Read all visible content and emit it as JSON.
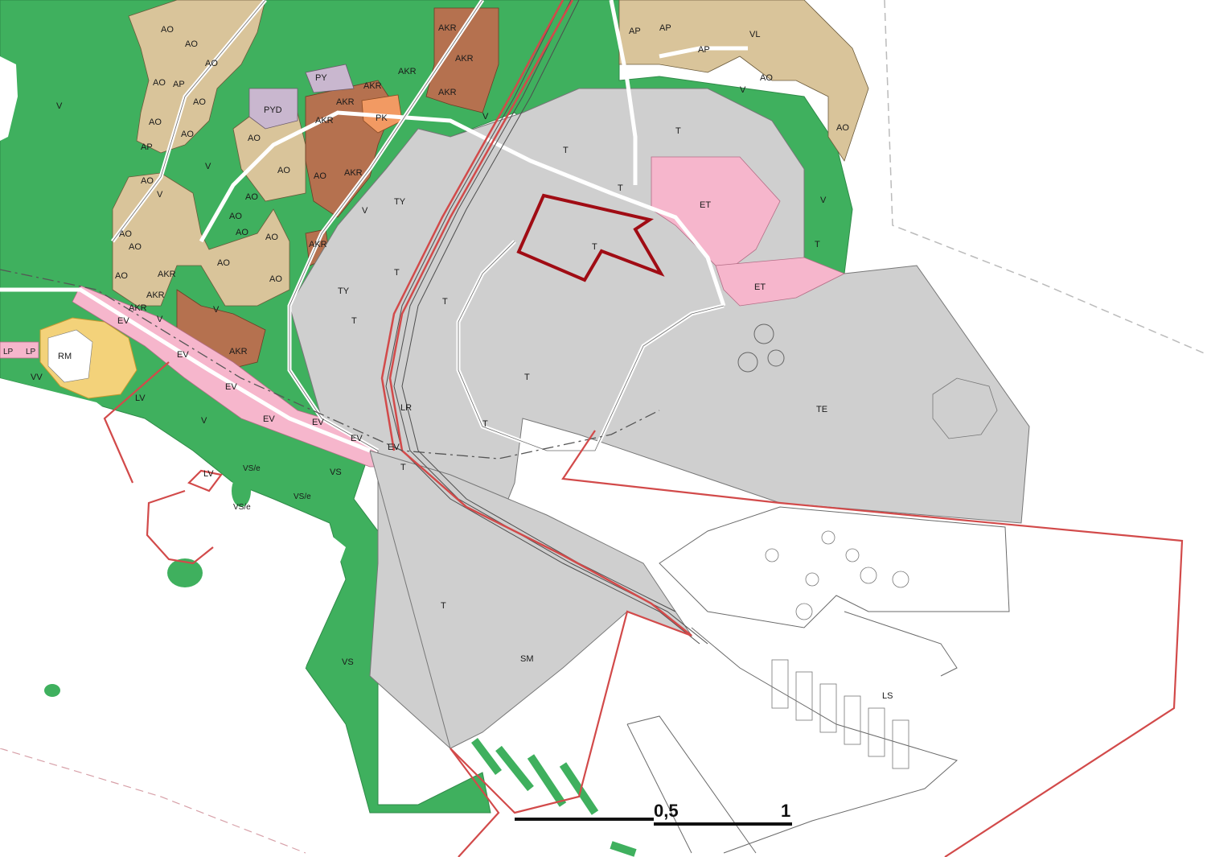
{
  "colors": {
    "background": "#ffffff",
    "green_area": "#3fb05e",
    "detached_housing": "#d9c49a",
    "row_housing": "#b5714f",
    "public_service": "#c9b7cf",
    "commercial": "#f29a63",
    "pink_zone": "#f6b6cc",
    "industrial": "#cfcfcf",
    "planning_boundary": "#d24a4a",
    "study_area": "#a00c14",
    "sport_area": "#f3d27a",
    "line": "#555555"
  },
  "zone_labels": {
    "ao_1": "AO",
    "ao_2": "AO",
    "ao_3": "AO",
    "ao_4": "AO",
    "ao_5": "AO",
    "ao_6": "AO",
    "ao_7": "AO",
    "ao_8": "AO",
    "ao_9": "AO",
    "ao_10": "AO",
    "ao_11": "AO",
    "ao_12": "AO",
    "ao_13": "AO",
    "ao_14": "AO",
    "ao_15": "AO",
    "ao_16": "AO",
    "ao_17": "AO",
    "ao_18": "AO",
    "ao_19": "AO",
    "ao_20": "AO",
    "ao_21": "AO",
    "ao_22": "AO",
    "ap_1": "AP",
    "ap_2": "AP",
    "ap_3": "AP",
    "ap_4": "AP",
    "ap_5": "AP",
    "akr_1": "AKR",
    "akr_2": "AKR",
    "akr_3": "AKR",
    "akr_4": "AKR",
    "akr_5": "AKR",
    "akr_6": "AKR",
    "akr_7": "AKR",
    "akr_8": "AKR",
    "akr_9": "AKR",
    "akr_10": "AKR",
    "akr_11": "AKR",
    "akr_12": "AKR",
    "akr_13": "AKR",
    "py": "PY",
    "pyd": "PYD",
    "pk": "PK",
    "vl": "VL",
    "v_1": "V",
    "v_2": "V",
    "v_3": "V",
    "v_4": "V",
    "v_5": "V",
    "v_6": "V",
    "v_7": "V",
    "v_8": "V",
    "v_9": "V",
    "v_10": "V",
    "ev_1": "EV",
    "ev_2": "EV",
    "ev_3": "EV",
    "ev_4": "EV",
    "ev_5": "EV",
    "ev_6": "EV",
    "ev_7": "EV",
    "rm": "RM",
    "lp": "LP",
    "lpk": "LP",
    "vv": "VV",
    "lv_1": "LV",
    "lv_2": "LV",
    "vs_1": "VS",
    "vs_2": "VS",
    "vse_1": "VS/e",
    "vse_2": "VS/e",
    "vse_3": "VS/e",
    "ty_1": "TY",
    "ty_2": "TY",
    "t_1": "T",
    "t_2": "T",
    "t_3": "T",
    "t_4": "T",
    "t_5": "T",
    "t_6": "T",
    "t_7": "T",
    "t_8": "T",
    "t_9": "T",
    "t_10": "T",
    "t_11": "T",
    "t_12": "T",
    "et_1": "ET",
    "et_2": "ET",
    "te": "TE",
    "lr": "LR",
    "sm": "SM",
    "ls": "LS"
  },
  "scale_bar": {
    "mid_label": "0,5",
    "end_label": "1"
  }
}
